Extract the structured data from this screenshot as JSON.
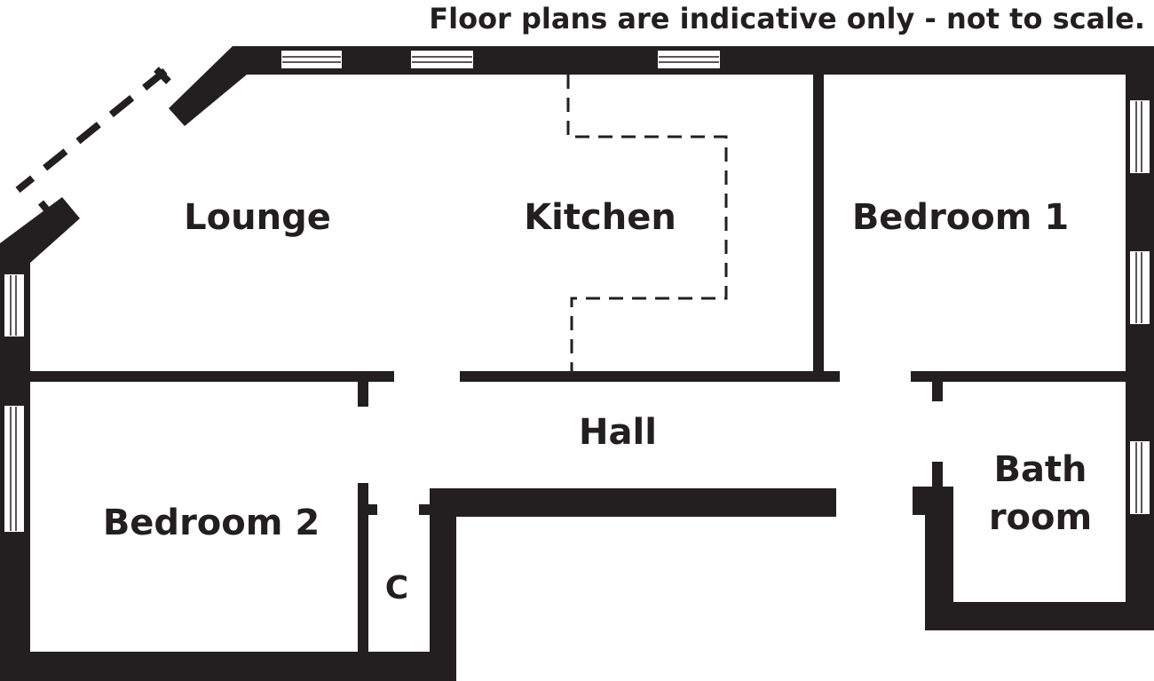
{
  "disclaimer": "Floor plans are indicative only - not to scale.",
  "rooms": {
    "lounge": "Lounge",
    "kitchen": "Kitchen",
    "bedroom1": "Bedroom 1",
    "bedroom2": "Bedroom 2",
    "hall": "Hall",
    "bathroom_line1": "Bath",
    "bathroom_line2": "room",
    "cupboard": "C"
  },
  "colors": {
    "wall": "#231f20",
    "background": "#ffffff"
  }
}
